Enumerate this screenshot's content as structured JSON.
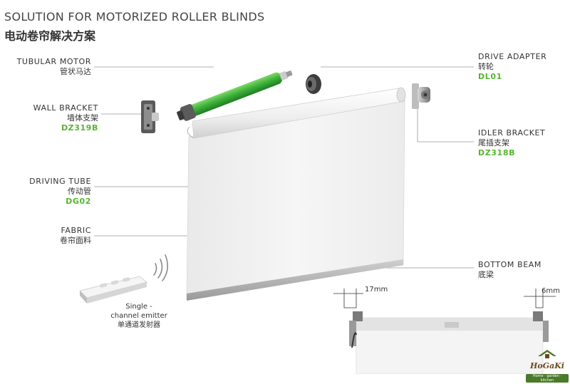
{
  "title": {
    "en": "SOLUTION FOR MOTORIZED ROLLER BLINDS",
    "cn": "电动卷帘解决方案"
  },
  "labels": {
    "tubular_motor": {
      "en": "TUBULAR MOTOR",
      "cn": "管状马达"
    },
    "wall_bracket": {
      "en": "WALL BRACKET",
      "cn": "墙体支架",
      "code": "DZ319B"
    },
    "driving_tube": {
      "en": "DRIVING TUBE",
      "cn": "传动管",
      "code": "DG02"
    },
    "fabric": {
      "en": "FABRIC",
      "cn": "卷帘面料"
    },
    "drive_adapter": {
      "en": "DRIVE ADAPTER",
      "cn": "转轮",
      "code": "DL01"
    },
    "idler_bracket": {
      "en": "IDLER BRACKET",
      "cn": "尾插支架",
      "code": "DZ318B"
    },
    "bottom_beam": {
      "en": "BOTTOM BEAM",
      "cn": "底梁"
    }
  },
  "emitter": {
    "line1": "Single -",
    "line2": "channel emitter",
    "cn": "单通道发射器"
  },
  "dimensions": {
    "left": "17mm",
    "right": "6mm"
  },
  "logo": {
    "brand": "HoGaKi",
    "tagline": "Home · garden · kitchen"
  },
  "colors": {
    "motor": "#3fb33a",
    "code_text": "#56b530",
    "fabric": "#f3f3f3",
    "beam": "#b5b5b5"
  }
}
